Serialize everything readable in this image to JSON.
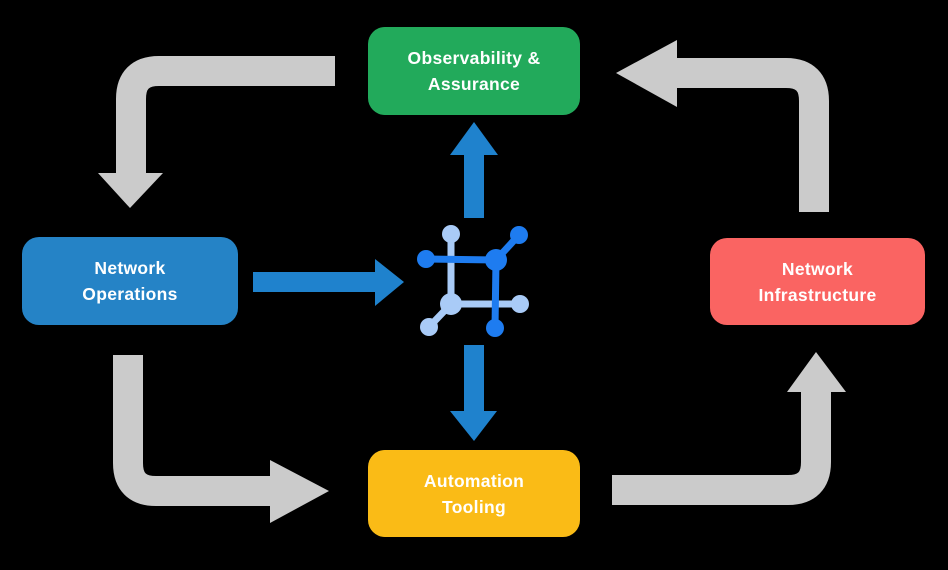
{
  "diagram_title": "network-automation-cycle",
  "colors": {
    "background": "#000000",
    "text": "#ffffff",
    "arrow-gray": "#cbcbcb",
    "arrow-blue": "#1f82cd",
    "icon-blue-dark": "#1e7cf0",
    "icon-blue-light": "#a9cbf7"
  },
  "nodes": {
    "observability": {
      "line1": "Observability &",
      "line2": "Assurance",
      "color": "#22aa5b"
    },
    "operations": {
      "line1": "Network",
      "line2": "Operations",
      "color": "#2583c6"
    },
    "infrastructure": {
      "line1": "Network",
      "line2": "Infrastructure",
      "color": "#fa6462"
    },
    "automation": {
      "line1": "Automation",
      "line2": "Tooling",
      "color": "#fabb16"
    }
  },
  "center_icon": "network-nodes-icon",
  "flow": {
    "gray_loop": [
      "observability -> operations",
      "operations -> automation",
      "automation -> infrastructure",
      "infrastructure -> observability"
    ],
    "blue_arrows": [
      "operations -> center-icon",
      "center-icon -> observability",
      "center-icon -> automation"
    ]
  }
}
